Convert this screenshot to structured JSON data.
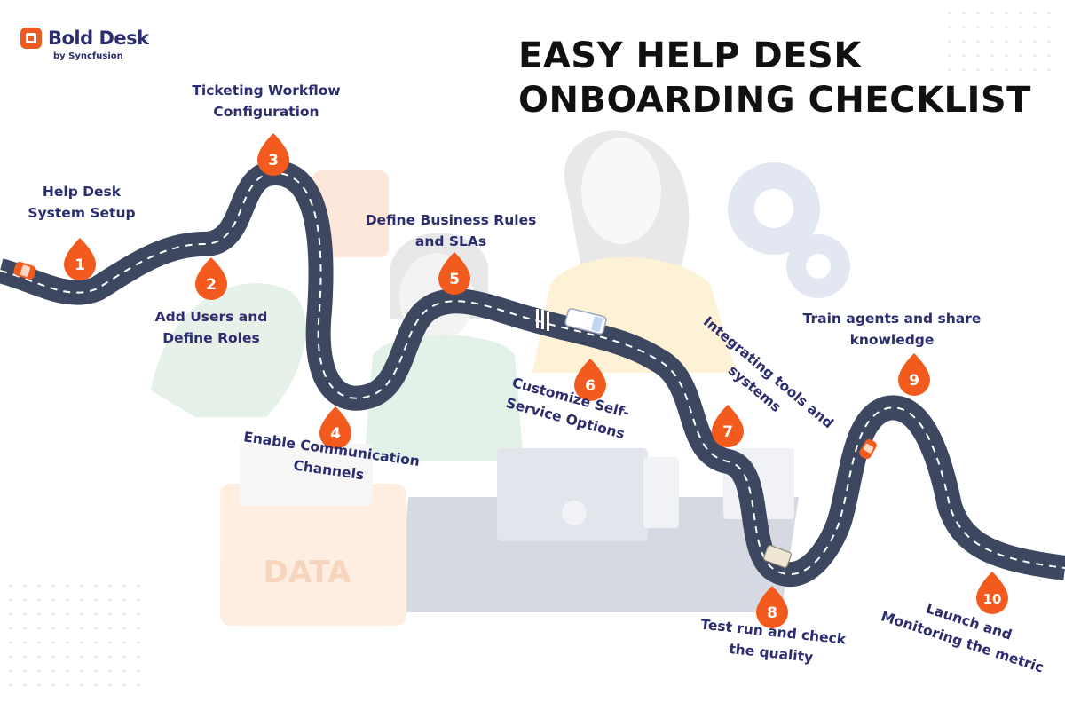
{
  "brand": {
    "name": "Bold Desk",
    "tagline": "by Syncfusion",
    "color": "#ef5a24"
  },
  "title": {
    "line1": "EASY HELP DESK",
    "line2": "ONBOARDING CHECKLIST"
  },
  "colors": {
    "road": "#3e4760",
    "marker": "#f25a1e",
    "label": "#2b2d6e",
    "title": "#111111"
  },
  "steps": [
    {
      "number": "1",
      "line1": "Help Desk",
      "line2": "System Setup"
    },
    {
      "number": "2",
      "line1": "Add Users and",
      "line2": "Define Roles"
    },
    {
      "number": "3",
      "line1": "Ticketing Workflow",
      "line2": "Configuration"
    },
    {
      "number": "4",
      "line1": "Enable Communication",
      "line2": "Channels"
    },
    {
      "number": "5",
      "line1": "Define Business Rules",
      "line2": "and SLAs"
    },
    {
      "number": "6",
      "line1": "Customize Self-",
      "line2": "Service Options"
    },
    {
      "number": "7",
      "line1": "Integrating tools and",
      "line2": "systems"
    },
    {
      "number": "8",
      "line1": "Test run and check",
      "line2": "the quality"
    },
    {
      "number": "9",
      "line1": "Train agents and share",
      "line2": "knowledge"
    },
    {
      "number": "10",
      "line1": "Launch and",
      "line2": "Monitoring the metric"
    }
  ],
  "background": {
    "folder_label": "DATA"
  }
}
